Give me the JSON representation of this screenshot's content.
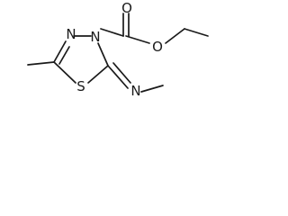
{
  "molecule": {
    "atoms": {
      "ring_N1": "N",
      "ring_N2": "N",
      "ring_S": "S",
      "exo_N": "N",
      "carbonyl_O": "O",
      "ester_O": "O"
    }
  },
  "colors": {
    "ink": "#1a1a1a",
    "background": "#ffffff"
  }
}
